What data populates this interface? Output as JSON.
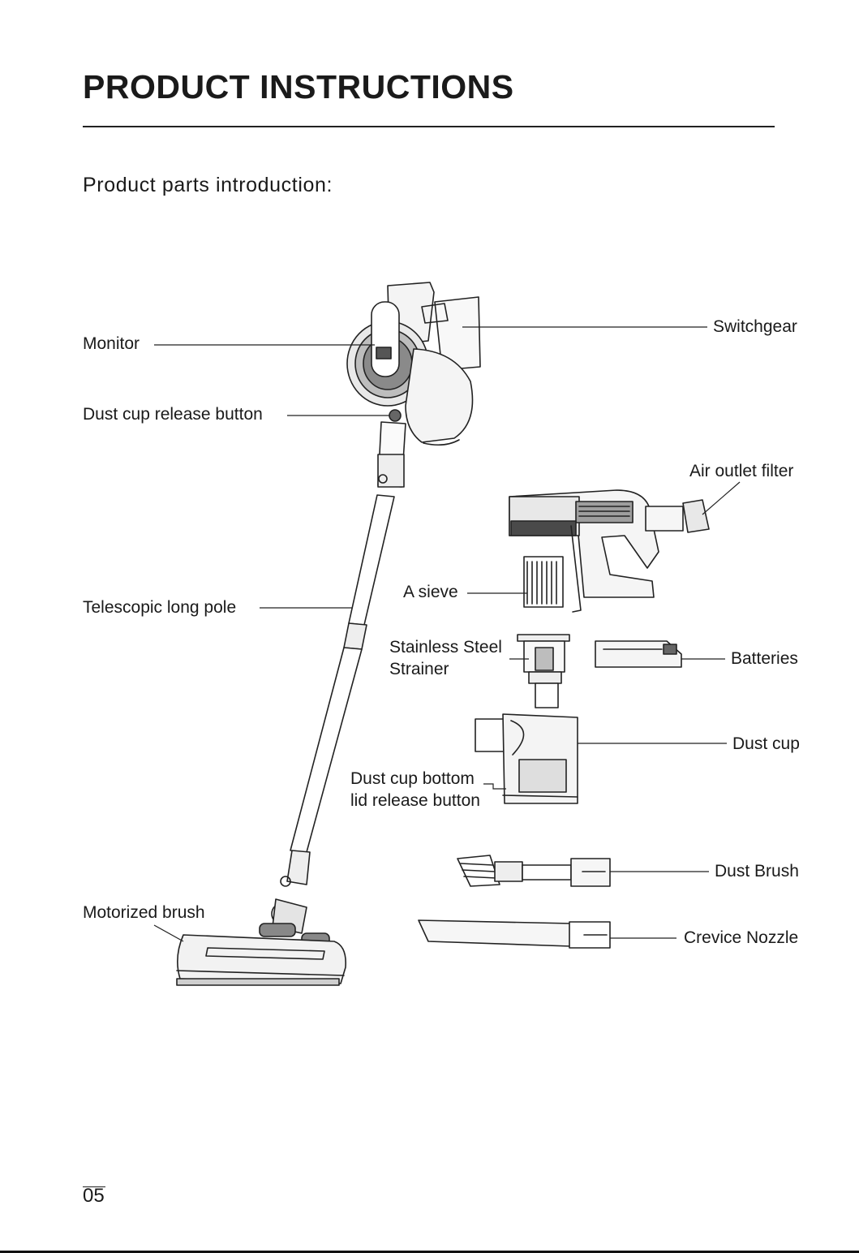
{
  "header": {
    "title": "PRODUCT INSTRUCTIONS",
    "subtitle": "Product parts introduction:"
  },
  "labels": {
    "monitor": "Monitor",
    "dust_cup_release_button": "Dust cup release button",
    "telescopic_long_pole": "Telescopic long pole",
    "motorized_brush": "Motorized brush",
    "switchgear": "Switchgear",
    "air_outlet_filter": "Air outlet filter",
    "a_sieve": "A sieve",
    "stainless_steel_strainer": [
      "Stainless Steel",
      "Strainer"
    ],
    "batteries": "Batteries",
    "dust_cup": "Dust cup",
    "dust_cup_bottom_lid": [
      "Dust cup bottom",
      "lid release button"
    ],
    "dust_brush": "Dust Brush",
    "crevice_nozzle": "Crevice Nozzle"
  },
  "footer": {
    "page_number": "05"
  }
}
